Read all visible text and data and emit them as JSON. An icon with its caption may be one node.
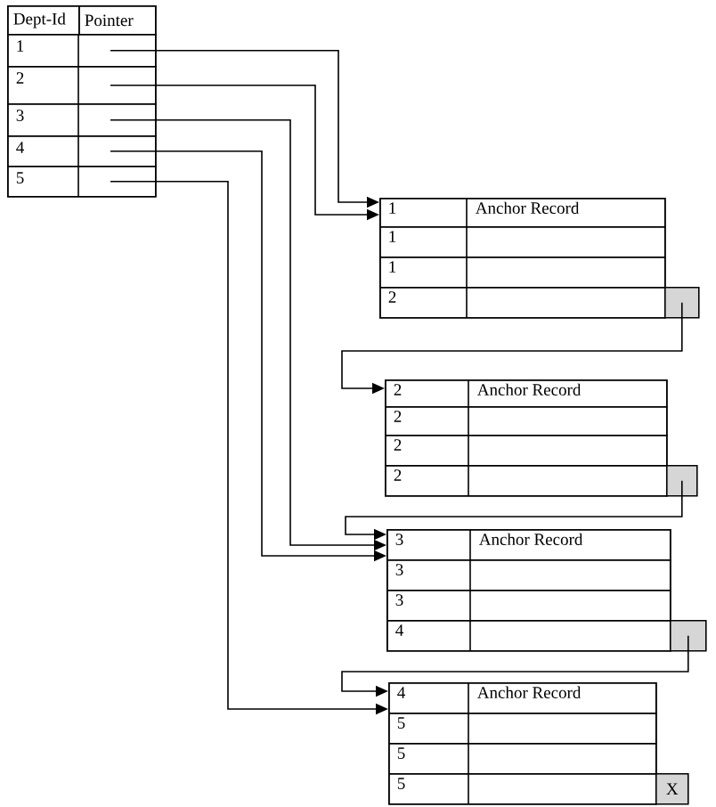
{
  "diagram": {
    "nodes": [
      {
        "text": [
          "Dept-Id",
          "Pointer"
        ]
      },
      {
        "text": [
          "1"
        ],
        "in": 0
      },
      {
        "text": [
          "2"
        ],
        "in": 0
      },
      {
        "text": [
          "3"
        ],
        "in": 0
      },
      {
        "text": [
          "4"
        ],
        "in": 0
      },
      {
        "text": [
          "5"
        ],
        "in": 0
      },
      {
        "text": [],
        "shape": "box"
      },
      {
        "text": [
          "1",
          "Anchor Record"
        ],
        "in": 6
      },
      {
        "text": [
          "1"
        ],
        "in": 6
      },
      {
        "text": [
          "1"
        ],
        "in": 6
      },
      {
        "text": [
          "2"
        ],
        "in": 6
      },
      {
        "text": [],
        "shape": "box"
      },
      {
        "text": [],
        "shape": "box"
      },
      {
        "text": [
          "2",
          "Anchor Record"
        ],
        "in": 12
      },
      {
        "text": [
          "2"
        ],
        "in": 12
      },
      {
        "text": [
          "2"
        ],
        "in": 12
      },
      {
        "text": [
          "2"
        ],
        "in": 12
      },
      {
        "text": [],
        "shape": "box"
      },
      {
        "text": [],
        "shape": "box"
      },
      {
        "text": [
          "3",
          "Anchor Record"
        ],
        "in": 18
      },
      {
        "text": [
          "3"
        ],
        "in": 18
      },
      {
        "text": [
          "3"
        ],
        "in": 18
      },
      {
        "text": [
          "4"
        ],
        "in": 18
      },
      {
        "text": [],
        "shape": "box"
      },
      {
        "text": [],
        "shape": "box"
      },
      {
        "text": [
          "4",
          "Anchor Record"
        ],
        "in": 24
      },
      {
        "text": [
          "5"
        ],
        "in": 24
      },
      {
        "text": [
          "5"
        ],
        "in": 24
      },
      {
        "text": [
          "5"
        ],
        "in": 24
      },
      {
        "text": [
          "X"
        ]
      }
    ],
    "edges": [
      {
        "from": 1,
        "to": 6,
        "arrow": "to"
      },
      {
        "from": 2,
        "to": 6,
        "arrow": "to"
      },
      {
        "from": 3,
        "to": 18,
        "arrow": "to"
      },
      {
        "from": 4,
        "to": 18,
        "arrow": "to"
      },
      {
        "from": 5,
        "to": 24,
        "arrow": "to"
      },
      {
        "from": 11,
        "to": 12,
        "arrow": "to"
      },
      {
        "from": 17,
        "to": 18,
        "arrow": "to"
      },
      {
        "from": 23,
        "to": 24,
        "arrow": "to"
      }
    ]
  }
}
